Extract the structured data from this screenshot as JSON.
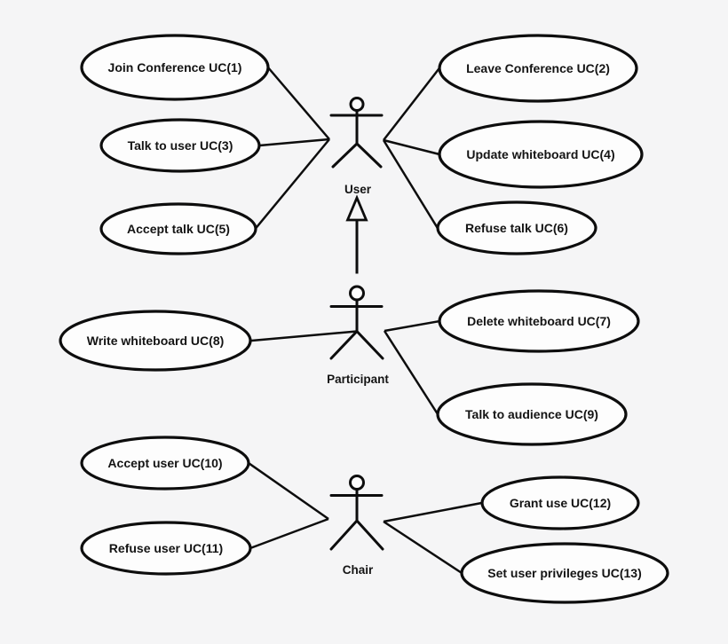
{
  "colors": {
    "background": "#f5f5f6",
    "node_fill": "#fdfdfd",
    "stroke": "#0d0d0d"
  },
  "actors": [
    {
      "id": "user",
      "label": "User"
    },
    {
      "id": "participant",
      "label": "Participant"
    },
    {
      "id": "chair",
      "label": "Chair"
    }
  ],
  "use_cases": [
    {
      "id": "UC1",
      "label": "Join Conference UC(1)"
    },
    {
      "id": "UC2",
      "label": "Leave Conference UC(2)"
    },
    {
      "id": "UC3",
      "label": "Talk to user UC(3)"
    },
    {
      "id": "UC4",
      "label": "Update whiteboard UC(4)"
    },
    {
      "id": "UC5",
      "label": "Accept talk UC(5)"
    },
    {
      "id": "UC6",
      "label": "Refuse talk UC(6)"
    },
    {
      "id": "UC7",
      "label": "Delete whiteboard UC(7)"
    },
    {
      "id": "UC8",
      "label": "Write whiteboard UC(8)"
    },
    {
      "id": "UC9",
      "label": "Talk to audience UC(9)"
    },
    {
      "id": "UC10",
      "label": "Accept user UC(10)"
    },
    {
      "id": "UC11",
      "label": "Refuse user UC(11)"
    },
    {
      "id": "UC12",
      "label": "Grant use UC(12)"
    },
    {
      "id": "UC13",
      "label": "Set user privileges UC(13)"
    }
  ],
  "associations": [
    {
      "actor": "user",
      "use_case": "UC1"
    },
    {
      "actor": "user",
      "use_case": "UC2"
    },
    {
      "actor": "user",
      "use_case": "UC3"
    },
    {
      "actor": "user",
      "use_case": "UC4"
    },
    {
      "actor": "user",
      "use_case": "UC5"
    },
    {
      "actor": "user",
      "use_case": "UC6"
    },
    {
      "actor": "participant",
      "use_case": "UC7"
    },
    {
      "actor": "participant",
      "use_case": "UC8"
    },
    {
      "actor": "participant",
      "use_case": "UC9"
    },
    {
      "actor": "chair",
      "use_case": "UC10"
    },
    {
      "actor": "chair",
      "use_case": "UC11"
    },
    {
      "actor": "chair",
      "use_case": "UC12"
    },
    {
      "actor": "chair",
      "use_case": "UC13"
    }
  ],
  "generalization": {
    "from": "participant",
    "to": "user"
  }
}
